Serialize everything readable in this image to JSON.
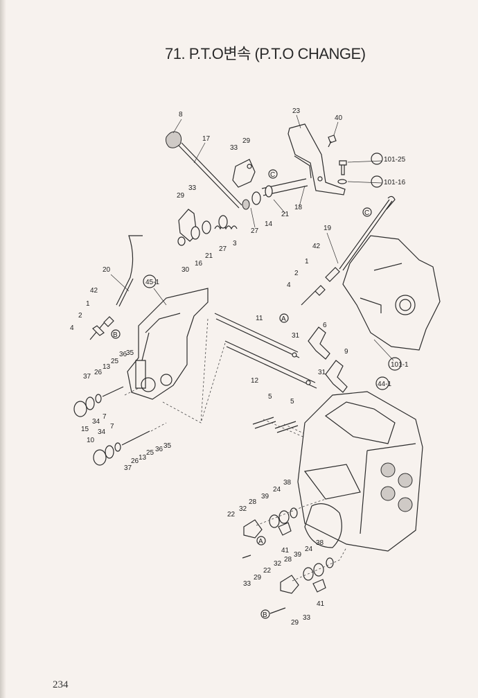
{
  "title": "71.  P.T.O변속 (P.T.O CHANGE)",
  "page_number": "234",
  "callouts": [
    {
      "text": "8"
    },
    {
      "text": "17"
    },
    {
      "text": "23"
    },
    {
      "text": "40"
    },
    {
      "text": "29"
    },
    {
      "text": "33"
    },
    {
      "text": "C"
    },
    {
      "text": "101-25"
    },
    {
      "text": "101-16"
    },
    {
      "text": "18"
    },
    {
      "text": "27"
    },
    {
      "text": "14"
    },
    {
      "text": "21"
    },
    {
      "text": "29"
    },
    {
      "text": "33"
    },
    {
      "text": "27"
    },
    {
      "text": "3"
    },
    {
      "text": "21"
    },
    {
      "text": "16"
    },
    {
      "text": "30"
    },
    {
      "text": "C"
    },
    {
      "text": "19"
    },
    {
      "text": "20"
    },
    {
      "text": "42"
    },
    {
      "text": "1"
    },
    {
      "text": "2"
    },
    {
      "text": "4"
    },
    {
      "text": "A"
    },
    {
      "text": "42"
    },
    {
      "text": "1"
    },
    {
      "text": "2"
    },
    {
      "text": "4"
    },
    {
      "text": "B"
    },
    {
      "text": "45-1"
    },
    {
      "text": "11"
    },
    {
      "text": "6"
    },
    {
      "text": "31"
    },
    {
      "text": "9"
    },
    {
      "text": "101-1"
    },
    {
      "text": "12"
    },
    {
      "text": "31"
    },
    {
      "text": "44-1"
    },
    {
      "text": "13"
    },
    {
      "text": "25"
    },
    {
      "text": "36"
    },
    {
      "text": "35"
    },
    {
      "text": "37"
    },
    {
      "text": "26"
    },
    {
      "text": "15"
    },
    {
      "text": "34"
    },
    {
      "text": "7"
    },
    {
      "text": "5"
    },
    {
      "text": "5"
    },
    {
      "text": "7"
    },
    {
      "text": "34"
    },
    {
      "text": "10"
    },
    {
      "text": "37"
    },
    {
      "text": "26"
    },
    {
      "text": "13"
    },
    {
      "text": "25"
    },
    {
      "text": "36"
    },
    {
      "text": "35"
    },
    {
      "text": "38"
    },
    {
      "text": "24"
    },
    {
      "text": "39"
    },
    {
      "text": "28"
    },
    {
      "text": "32"
    },
    {
      "text": "22"
    },
    {
      "text": "41"
    },
    {
      "text": "A"
    },
    {
      "text": "29"
    },
    {
      "text": "33"
    },
    {
      "text": "38"
    },
    {
      "text": "24"
    },
    {
      "text": "39"
    },
    {
      "text": "28"
    },
    {
      "text": "32"
    },
    {
      "text": "22"
    },
    {
      "text": "41"
    },
    {
      "text": "B"
    },
    {
      "text": "29"
    },
    {
      "text": "33"
    }
  ]
}
